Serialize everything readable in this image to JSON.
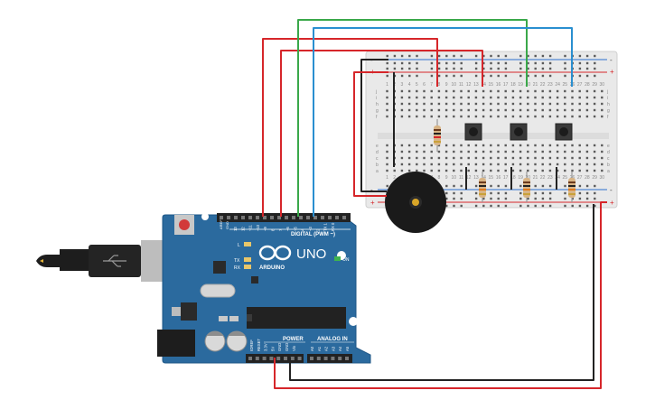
{
  "board": {
    "brand_big": "UNO",
    "brand_small": "ARDUINO",
    "on_label": "ON",
    "digital_label": "DIGITAL (PWM ~)",
    "power_label": "POWER",
    "analog_label": "ANALOG IN",
    "aref": "AREF",
    "gnd_top": "GND",
    "digital_pins": [
      "13",
      "12",
      "~11",
      "~10",
      "~9",
      "8",
      "7",
      "~6",
      "~5",
      "4",
      "~3",
      "2",
      "TX 1",
      "RX 0"
    ],
    "power_pins": [
      "IOREF",
      "RESET",
      "3.3V",
      "5V",
      "GND",
      "GND",
      "Vin"
    ],
    "analog_pins": [
      "A0",
      "A1",
      "A2",
      "A3",
      "A4",
      "A5"
    ],
    "led_l": "L",
    "led_tx": "TX",
    "led_rx": "RX"
  },
  "breadboard": {
    "rail_plus": "+",
    "rail_minus": "-",
    "row_letters_top": [
      "j",
      "i",
      "h",
      "g",
      "f"
    ],
    "row_letters_bottom": [
      "e",
      "d",
      "c",
      "b",
      "a"
    ],
    "column_numbers": [
      "1",
      "2",
      "3",
      "4",
      "5",
      "6",
      "7",
      "8",
      "9",
      "10",
      "11",
      "12",
      "13",
      "14",
      "15",
      "16",
      "17",
      "18",
      "19",
      "20",
      "21",
      "22",
      "23",
      "24",
      "25",
      "26",
      "27",
      "28",
      "29",
      "30"
    ]
  },
  "colors": {
    "board": "#2b6a9e",
    "wire_red": "#d6262a",
    "wire_black": "#222222",
    "wire_green": "#3aa84a",
    "wire_blue": "#2a8fd0",
    "breadboard": "#e8e8e8",
    "buzzer": "#1a1a1a",
    "buzzer_center": "#d9a628"
  }
}
